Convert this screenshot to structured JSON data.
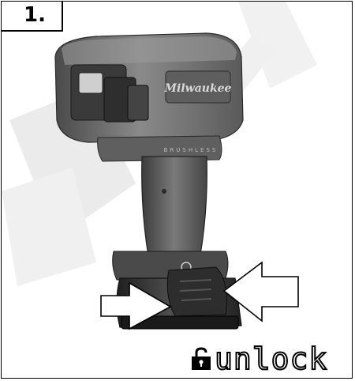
{
  "step": {
    "number": "1."
  },
  "tool": {
    "brand": "Milwaukee",
    "engraving": "BRUSHLESS"
  },
  "caption": {
    "text": "unlock",
    "icon": "padlock-icon"
  },
  "colors": {
    "tool_body": "#6a6a6a",
    "tool_dark": "#2b2b2b",
    "arrow_fill": "#ffffff",
    "watermark": "#e6e6e6"
  }
}
